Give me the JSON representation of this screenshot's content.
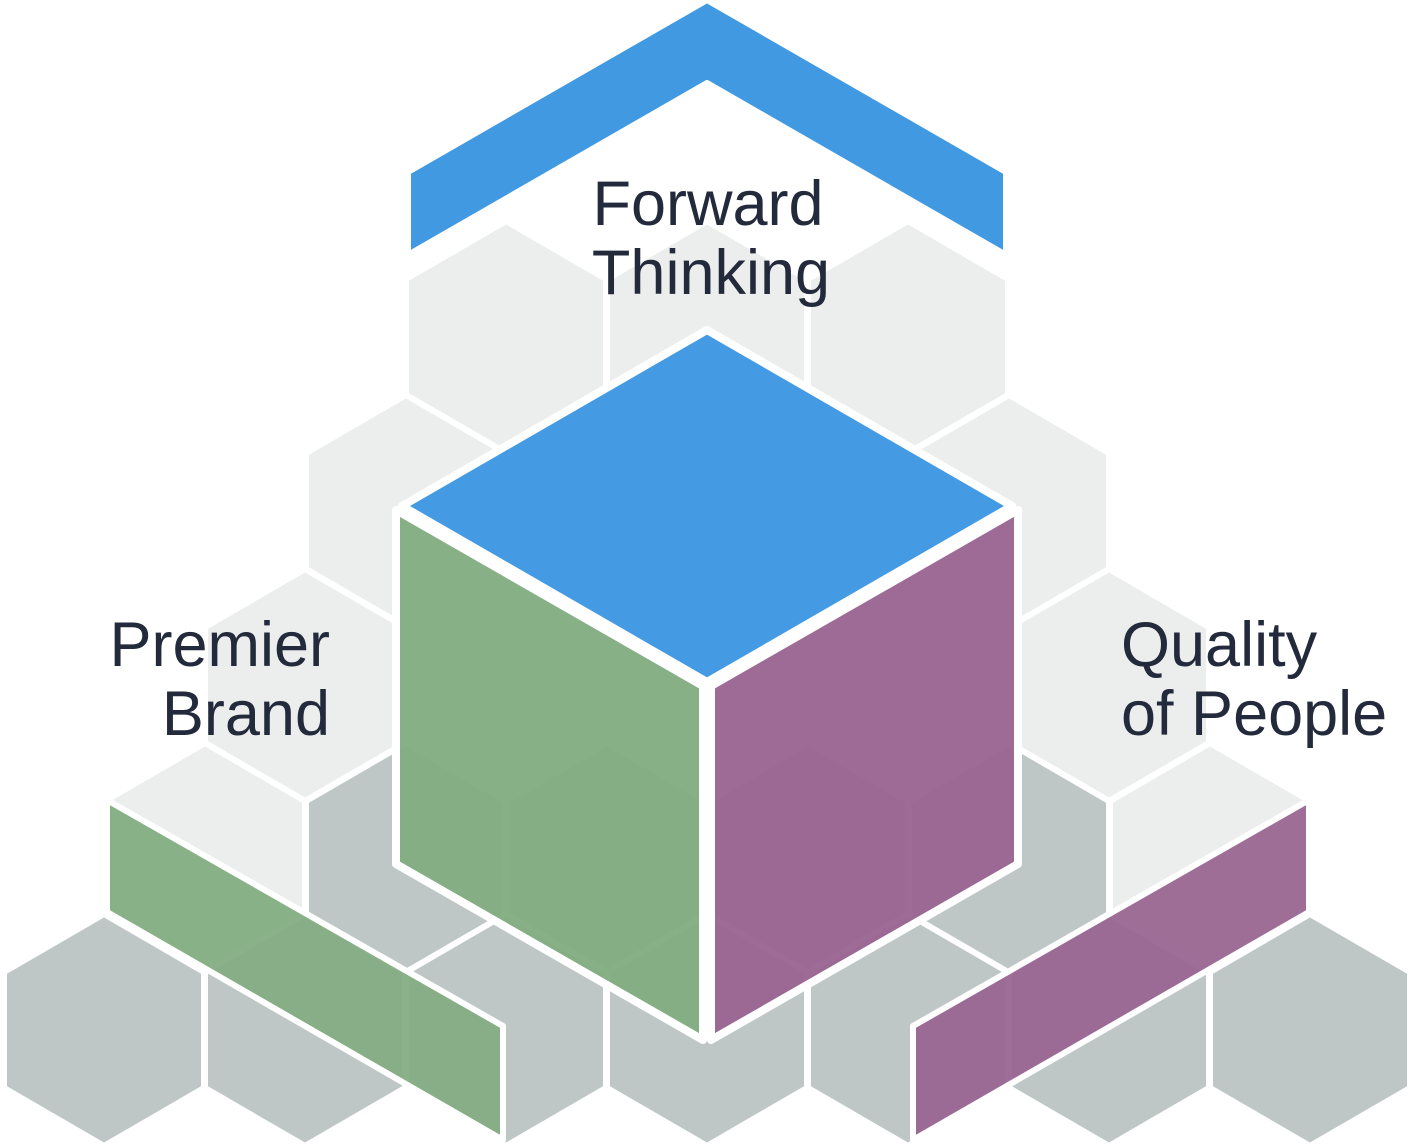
{
  "labels": {
    "forward_thinking": {
      "line1": "Forward",
      "line2": "Thinking"
    },
    "premier_brand": {
      "line1": "Premier",
      "line2": "Brand"
    },
    "quality_of_people": {
      "line1": "Quality",
      "line2": "of People"
    }
  },
  "colors": {
    "blue": "#4199e2",
    "green": "#84ad83",
    "purple": "#9a6692",
    "hex_light": "#eceeed",
    "hex_dark": "#bfc7c6",
    "stroke": "#ffffff",
    "text": "#232a3b"
  }
}
